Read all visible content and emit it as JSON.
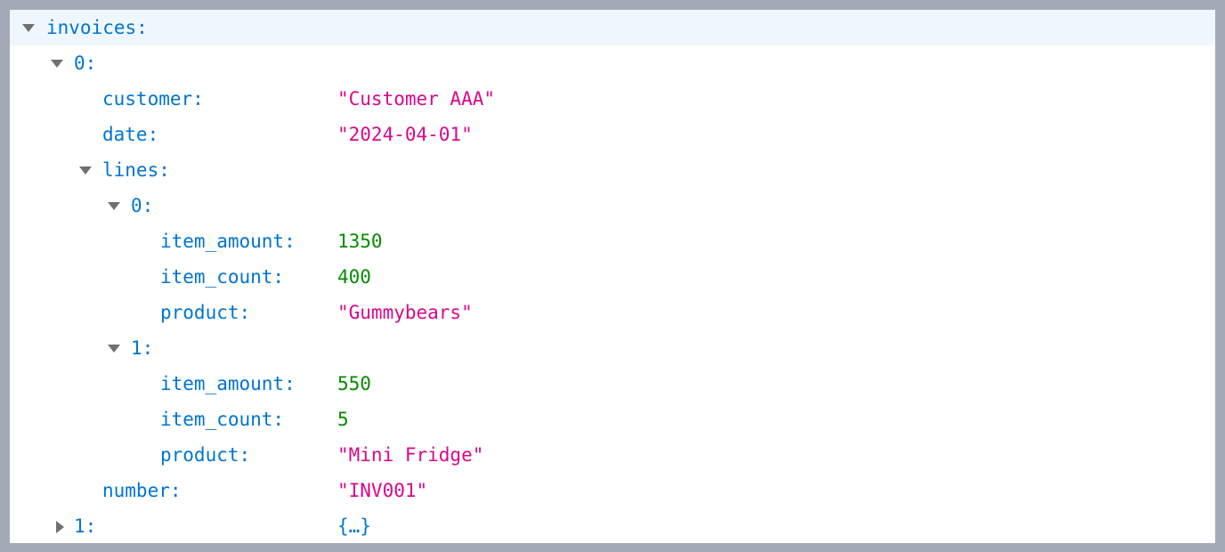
{
  "json_tree": {
    "invoices_key": "invoices:",
    "invoice_0": {
      "index_key": "0:",
      "customer_key": "customer:",
      "customer_value": "\"Customer AAA\"",
      "date_key": "date:",
      "date_value": "\"2024-04-01\"",
      "lines_key": "lines:",
      "lines": [
        {
          "index_key": "0:",
          "item_amount_key": "item_amount:",
          "item_amount_value": "1350",
          "item_count_key": "item_count:",
          "item_count_value": "400",
          "product_key": "product:",
          "product_value": "\"Gummybears\""
        },
        {
          "index_key": "1:",
          "item_amount_key": "item_amount:",
          "item_amount_value": "550",
          "item_count_key": "item_count:",
          "item_count_value": "5",
          "product_key": "product:",
          "product_value": "\"Mini Fridge\""
        }
      ],
      "number_key": "number:",
      "number_value": "\"INV001\""
    },
    "invoice_1": {
      "index_key": "1:",
      "collapsed_value": "{…}"
    }
  },
  "colors": {
    "key": "#0074d0",
    "string": "#d9078c",
    "number": "#058b00",
    "selected_row": "#eff7fe",
    "frame": "#a4a9b7"
  },
  "icons": {
    "expanded": "triangle-down-icon",
    "collapsed": "triangle-right-icon"
  }
}
